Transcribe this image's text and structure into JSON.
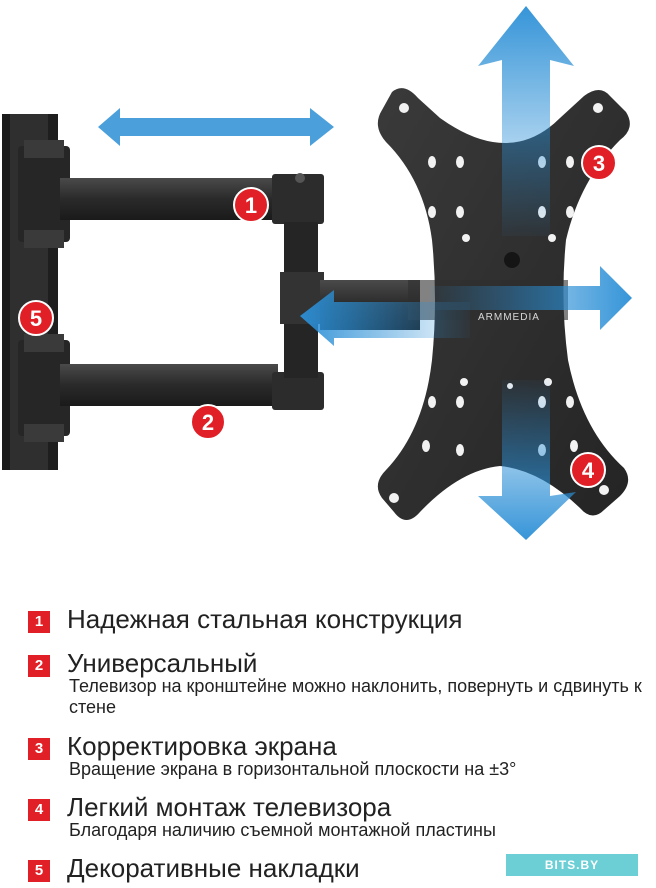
{
  "brand": "ARMMEDIA",
  "badges": [
    "1",
    "2",
    "3",
    "4",
    "5"
  ],
  "features": [
    {
      "number": "1",
      "title": "Надежная стальная конструкция",
      "description": ""
    },
    {
      "number": "2",
      "title": "Универсальный",
      "description": "Телевизор на кронштейне можно наклонить, повернуть и сдвинуть к стене"
    },
    {
      "number": "3",
      "title": "Корректировка экрана",
      "description": "Вращение экрана в горизонтальной плоскости на ±3°"
    },
    {
      "number": "4",
      "title": "Легкий монтаж телевизора",
      "description": "Благодаря наличию съемной монтажной пластины"
    },
    {
      "number": "5",
      "title": "Декоративные накладки",
      "description": ""
    }
  ],
  "watermark": "BITS.BY",
  "colors": {
    "badge": "#e01f26",
    "arrow": "#2b8fd6",
    "metal": "#2a2a2a",
    "watermark": "#6ccfd6"
  }
}
